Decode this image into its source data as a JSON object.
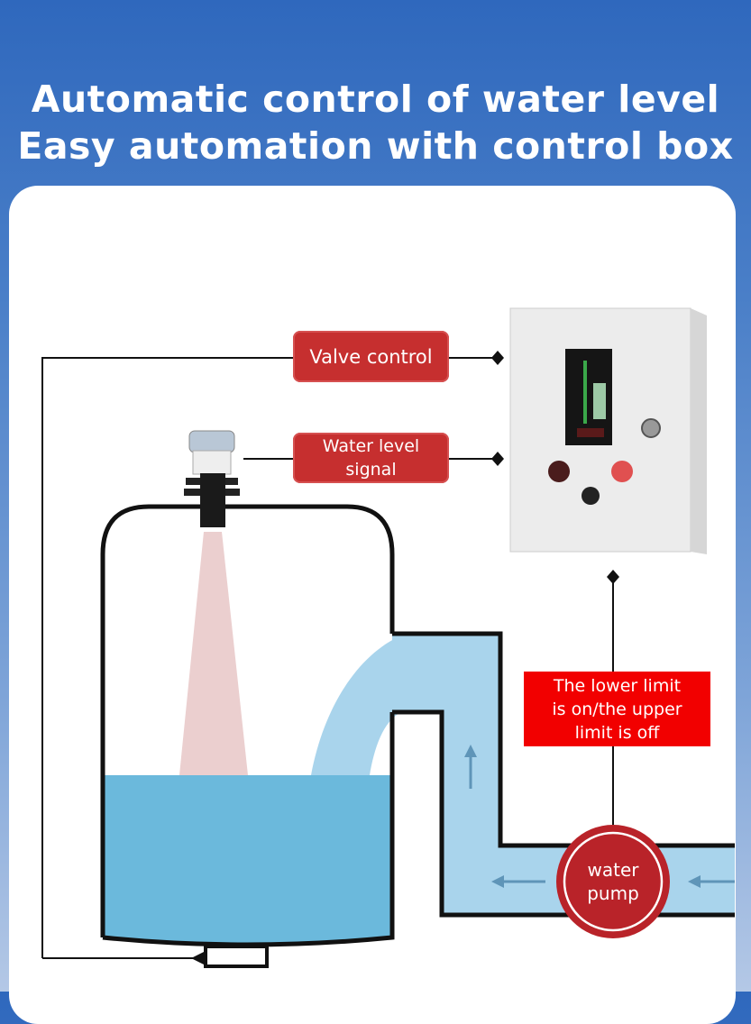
{
  "header": {
    "line1": "Automatic control of water level",
    "line2": "Easy automation with control box"
  },
  "diagram": {
    "valve_control": "Valve control",
    "water_level_signal": "Water level\nsignal",
    "limit_note": "The lower limit\nis on/the upper\nlimit is off",
    "pump": "water\npump"
  },
  "colors": {
    "water": "#6bb9dc",
    "pipe": "#a9d4ec",
    "pump": "#c0272d",
    "label": "#c62f2f",
    "note": "#f20000"
  }
}
